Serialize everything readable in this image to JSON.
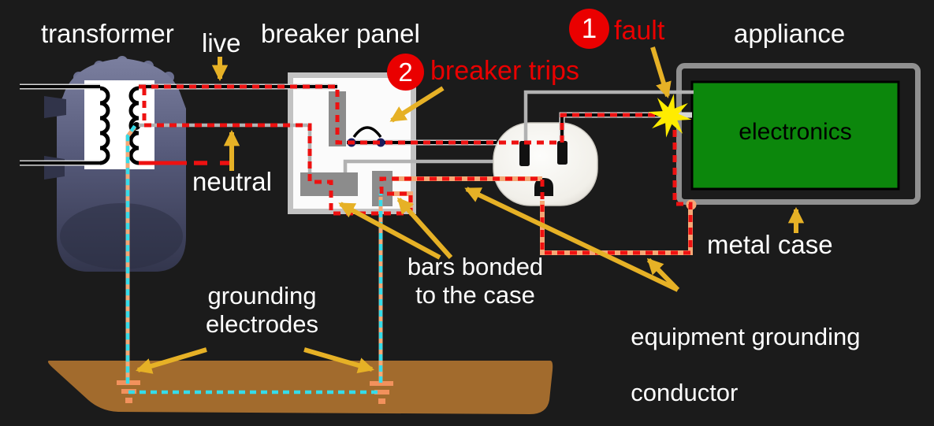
{
  "colors": {
    "background": "#1b1b1b",
    "wire_red": "#ee1111",
    "wire_black": "#000000",
    "wire_gray": "#b2b2b2",
    "ground_cyan": "#35dcea",
    "conductor_orange": "#f5a876",
    "electrode_orange": "#f2915c",
    "soil_brown": "#a26b2d",
    "arrow_yellow": "#e6b126",
    "fault_yellow": "#ffec00",
    "electronics_green": "#0c870c",
    "metal_gray": "#909090",
    "panel_fill": "#fbfbfb",
    "panel_border": "#c2c2c2",
    "bar_gray": "#8c8c8c",
    "callout_red": "#ea0000",
    "label_white": "#ffffff"
  },
  "labels": {
    "transformer": "transformer",
    "live": "live",
    "breaker_panel": "breaker panel",
    "neutral": "neutral",
    "appliance": "appliance",
    "electronics": "electronics",
    "metal_case": "metal case",
    "grounding_electrodes": [
      "grounding",
      "electrodes"
    ],
    "bars_bonded": [
      "bars bonded",
      "to the case"
    ],
    "equipment_grounding": [
      "equipment grounding",
      "conductor"
    ]
  },
  "callouts": {
    "fault": {
      "number": "1",
      "label": "fault"
    },
    "breaker_trips": {
      "number": "2",
      "label": "breaker trips"
    }
  }
}
